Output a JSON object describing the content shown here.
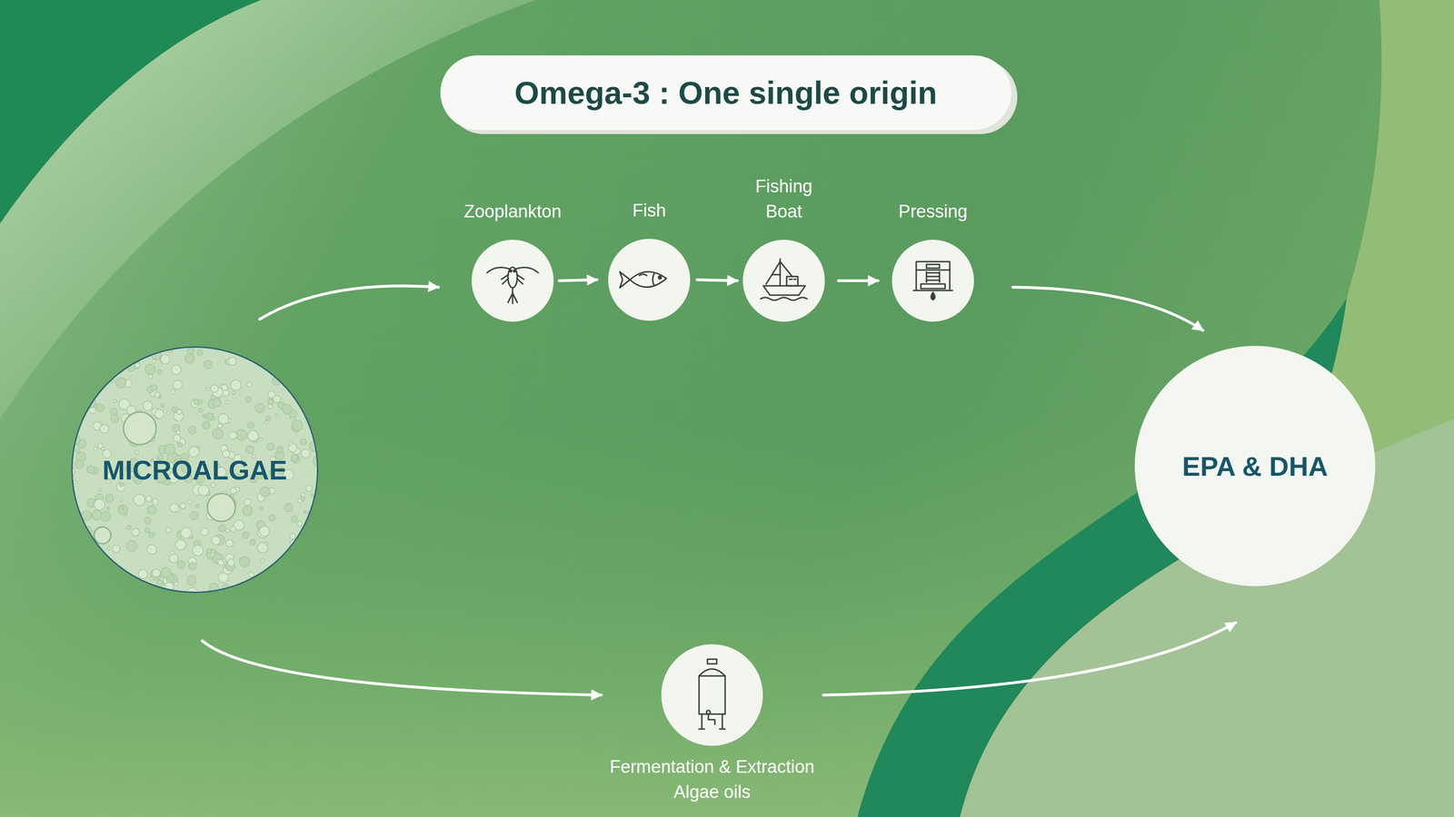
{
  "diagram": {
    "title": "Omega-3 : One single origin",
    "nodes": [
      {
        "text": [
          "MICROALGAE"
        ]
      },
      {
        "text": [
          "Zooplankton"
        ]
      },
      {
        "text": [
          "Fish"
        ]
      },
      {
        "text": [
          "Fishing Boat"
        ]
      },
      {
        "text": [
          "Pressing"
        ]
      },
      {
        "text": [
          "Fermentation & Extraction",
          "Algae oils"
        ]
      },
      {
        "text": [
          "EPA & DHA"
        ]
      }
    ],
    "edges": [
      {
        "from": 0,
        "to": 1,
        "arrow": "to"
      },
      {
        "from": 1,
        "to": 2,
        "arrow": "to"
      },
      {
        "from": 2,
        "to": 3,
        "arrow": "to"
      },
      {
        "from": 3,
        "to": 4,
        "arrow": "to"
      },
      {
        "from": 4,
        "to": 6,
        "arrow": "to"
      },
      {
        "from": 0,
        "to": 5,
        "arrow": "to"
      },
      {
        "from": 5,
        "to": 6,
        "arrow": "to"
      }
    ]
  }
}
